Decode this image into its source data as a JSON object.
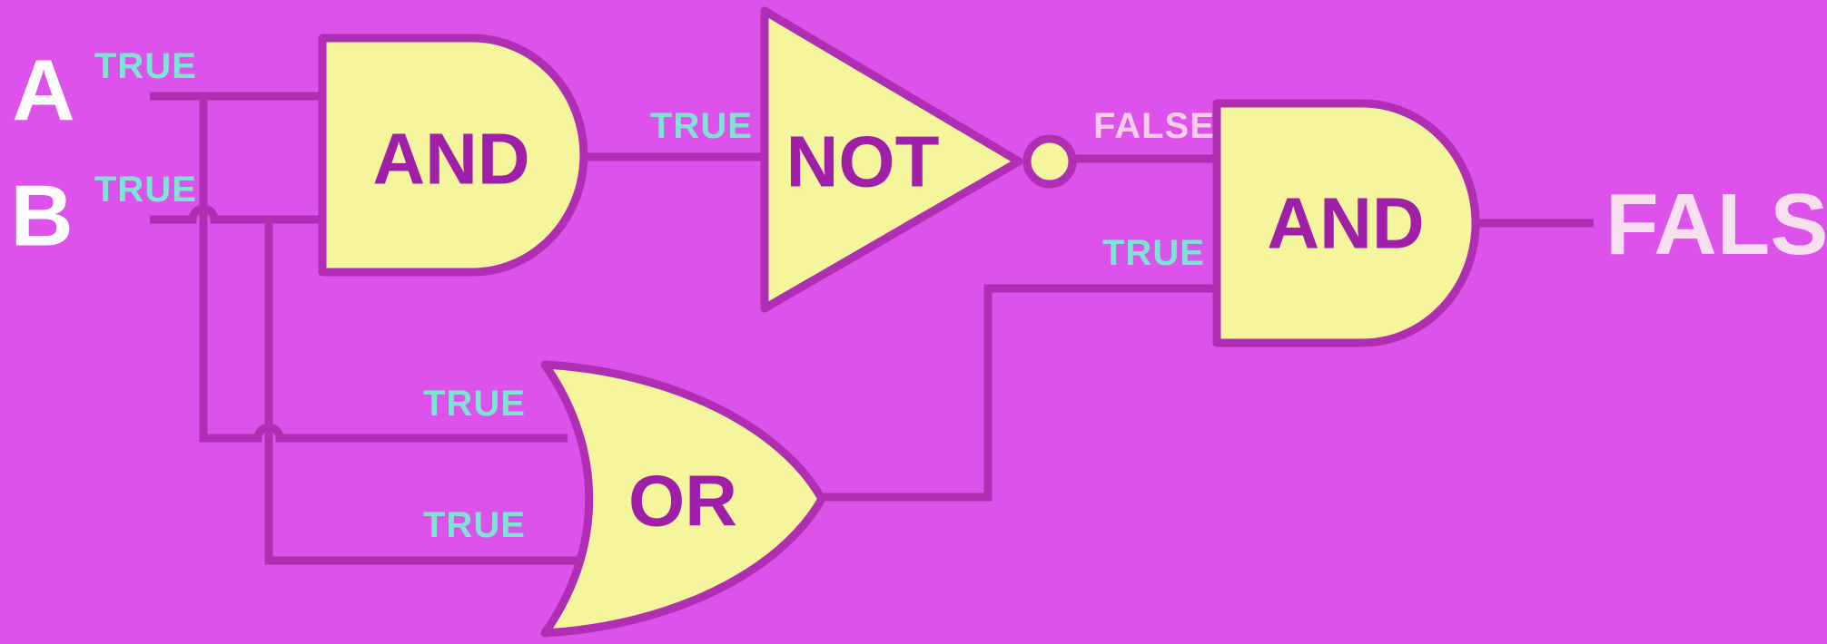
{
  "inputs": {
    "a": "A",
    "b": "B"
  },
  "gates": {
    "and1": "AND",
    "not1": "NOT",
    "and2": "AND",
    "or1": "OR"
  },
  "signals": {
    "a_in": "TRUE",
    "b_in": "TRUE",
    "and1_out": "TRUE",
    "not_out": "FALSE",
    "or_out": "TRUE",
    "or_in1": "TRUE",
    "or_in2": "TRUE"
  },
  "output": "FALSE",
  "colors": {
    "background": "#dc52ea",
    "wire": "#b02eb4",
    "gate_fill": "#f4f59c",
    "true_label": "#7fe3d3",
    "false_label": "#f7cde8"
  }
}
